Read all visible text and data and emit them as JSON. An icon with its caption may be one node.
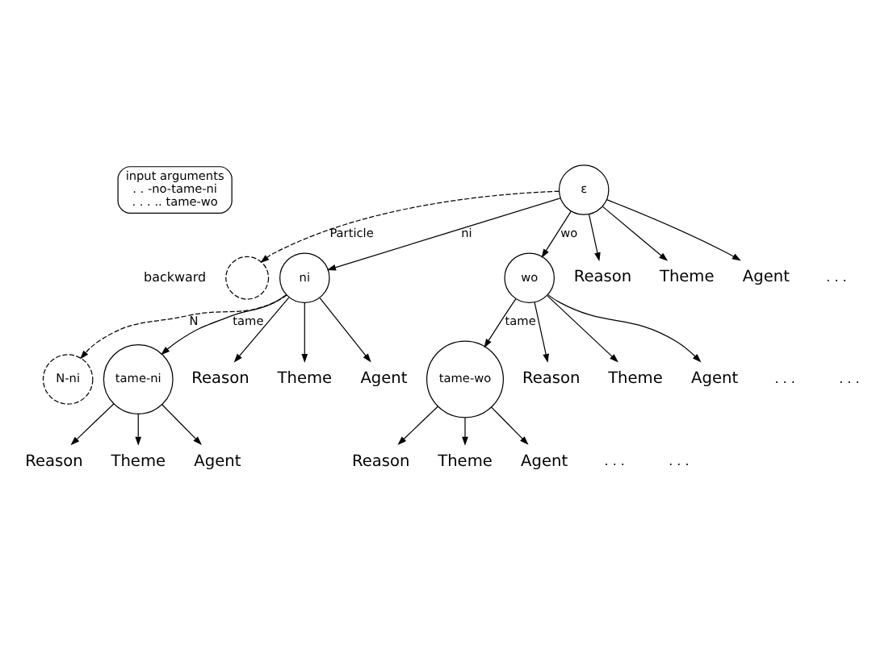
{
  "diagram": {
    "nodes": [
      {
        "text": [
          "input arguments",
          ". . -no-tame-ni",
          ". . . .. tame-wo"
        ]
      },
      {
        "text": [
          "ε"
        ]
      },
      {
        "text": [],
        "shape": "circle"
      },
      {
        "text": [
          "ni"
        ]
      },
      {
        "text": [
          "wo"
        ]
      },
      {
        "text": [
          "N-ni"
        ]
      },
      {
        "text": [
          "tame-ni"
        ]
      },
      {
        "text": [
          "tame-wo"
        ]
      },
      {
        "text": [
          "Reason"
        ]
      },
      {
        "text": [
          "Theme"
        ]
      },
      {
        "text": [
          "Agent"
        ]
      },
      {
        "text": [
          "Reason"
        ]
      },
      {
        "text": [
          "Theme"
        ]
      },
      {
        "text": [
          "Agent"
        ]
      },
      {
        "text": [
          "Reason"
        ]
      },
      {
        "text": [
          "Theme"
        ]
      },
      {
        "text": [
          "Agent"
        ]
      },
      {
        "text": [
          "Reason"
        ]
      },
      {
        "text": [
          "Theme"
        ]
      },
      {
        "text": [
          "Agent"
        ]
      },
      {
        "text": [
          "Reason"
        ]
      },
      {
        "text": [
          "Theme"
        ]
      },
      {
        "text": [
          "Agent"
        ]
      }
    ],
    "edges": [
      {
        "from": 1,
        "to": 8,
        "arrow": "to"
      },
      {
        "from": 1,
        "to": 9,
        "arrow": "to"
      },
      {
        "from": 1,
        "to": 10,
        "arrow": "to"
      },
      {
        "from": 1,
        "to": 2,
        "arrow": "to",
        "label": "Particle",
        "style": "dashed"
      },
      {
        "from": 1,
        "to": 3,
        "arrow": "to",
        "label": "ni"
      },
      {
        "from": 1,
        "to": 4,
        "arrow": "to",
        "label": "wo"
      },
      {
        "from": 3,
        "to": 11,
        "arrow": "to"
      },
      {
        "from": 3,
        "to": 12,
        "arrow": "to"
      },
      {
        "from": 3,
        "to": 13,
        "arrow": "to"
      },
      {
        "from": 4,
        "to": 14,
        "arrow": "to"
      },
      {
        "from": 4,
        "to": 15,
        "arrow": "to"
      },
      {
        "from": 4,
        "to": 16,
        "arrow": "to"
      },
      {
        "from": 3,
        "to": 5,
        "arrow": "to",
        "label": "N",
        "style": "dashed"
      },
      {
        "from": 3,
        "to": 6,
        "arrow": "to",
        "label": "tame"
      },
      {
        "from": 4,
        "to": 7,
        "arrow": "to",
        "label": "tame"
      },
      {
        "from": 6,
        "to": 17,
        "arrow": "to"
      },
      {
        "from": 6,
        "to": 18,
        "arrow": "to"
      },
      {
        "from": 6,
        "to": 19,
        "arrow": "to"
      },
      {
        "from": 7,
        "to": 20,
        "arrow": "to"
      },
      {
        "from": 7,
        "to": 21,
        "arrow": "to"
      },
      {
        "from": 7,
        "to": 22,
        "arrow": "to"
      }
    ],
    "labels": [
      "backward",
      ". . .",
      ". . .",
      ". . .",
      ". . .",
      ". . ."
    ]
  }
}
